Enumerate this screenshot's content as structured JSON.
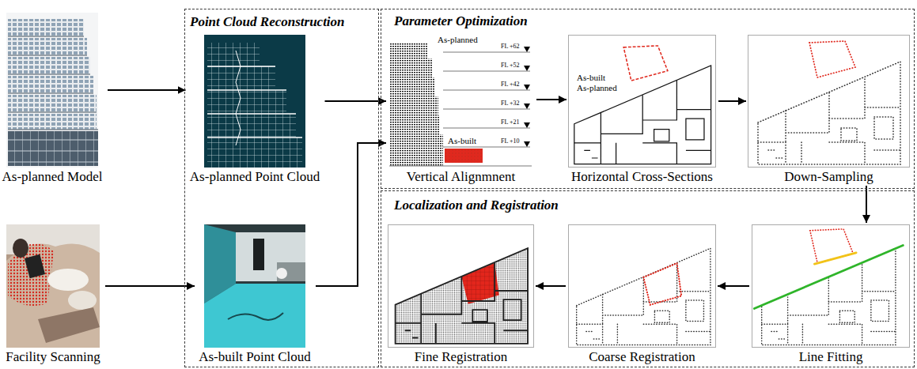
{
  "diagram": {
    "nodes": [
      {
        "text": [
          "As-planned Model"
        ]
      },
      {
        "text": [
          "Facility Scanning"
        ]
      },
      {
        "text": [
          "Point Cloud Reconstruction"
        ]
      },
      {
        "text": [
          "As-planned Point Cloud"
        ],
        "in": 2
      },
      {
        "text": [
          "As-built Point Cloud"
        ],
        "in": 2
      },
      {
        "text": [
          "Parameter Optimization"
        ]
      },
      {
        "text": [
          "Vertical Alignmnent"
        ],
        "in": 5
      },
      {
        "text": [
          "Horizontal Cross-Sections"
        ],
        "in": 5
      },
      {
        "text": [
          "Down-Sampling"
        ],
        "in": 5
      },
      {
        "text": [
          "Localization and Registration"
        ]
      },
      {
        "text": [
          "Line Fitting"
        ],
        "in": 9
      },
      {
        "text": [
          "Coarse Registration"
        ],
        "in": 9
      },
      {
        "text": [
          "Fine Registration"
        ],
        "in": 9
      }
    ],
    "edges": [
      {
        "from": 0,
        "to": 3,
        "arrow": "to"
      },
      {
        "from": 1,
        "to": 4,
        "arrow": "to"
      },
      {
        "from": 3,
        "to": 6,
        "arrow": "to"
      },
      {
        "from": 4,
        "to": 6,
        "arrow": "to"
      },
      {
        "from": 6,
        "to": 7,
        "arrow": "to"
      },
      {
        "from": 7,
        "to": 8,
        "arrow": "to"
      },
      {
        "from": 8,
        "to": 10,
        "arrow": "to"
      },
      {
        "from": 10,
        "to": 11,
        "arrow": "to"
      },
      {
        "from": 11,
        "to": 12,
        "arrow": "to"
      }
    ],
    "labels": [
      "As-planned",
      "As-built",
      "FL +62",
      "FL +52",
      "FL +42",
      "FL +32",
      "FL +21",
      "FL +10",
      "As-built",
      "As-planned"
    ]
  }
}
